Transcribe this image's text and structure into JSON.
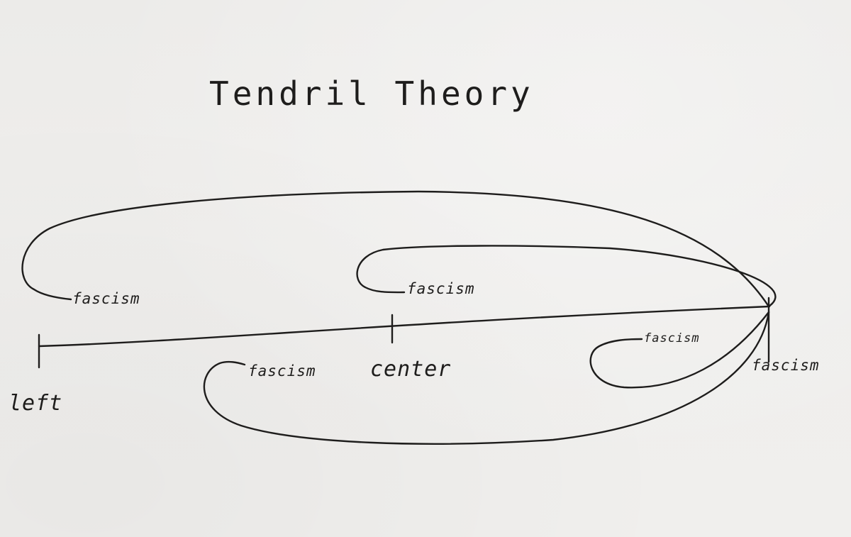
{
  "diagram": {
    "title": "Tendril Theory",
    "ink_color": "#1e1d1c",
    "paper_color": "#efeeec",
    "axis": {
      "left_label": "left",
      "center_label": "center",
      "right_label": "fascism"
    },
    "tendrils": [
      {
        "label": "fascism"
      },
      {
        "label": "fascism"
      },
      {
        "label": "fascism"
      },
      {
        "label": "fascism"
      }
    ]
  }
}
